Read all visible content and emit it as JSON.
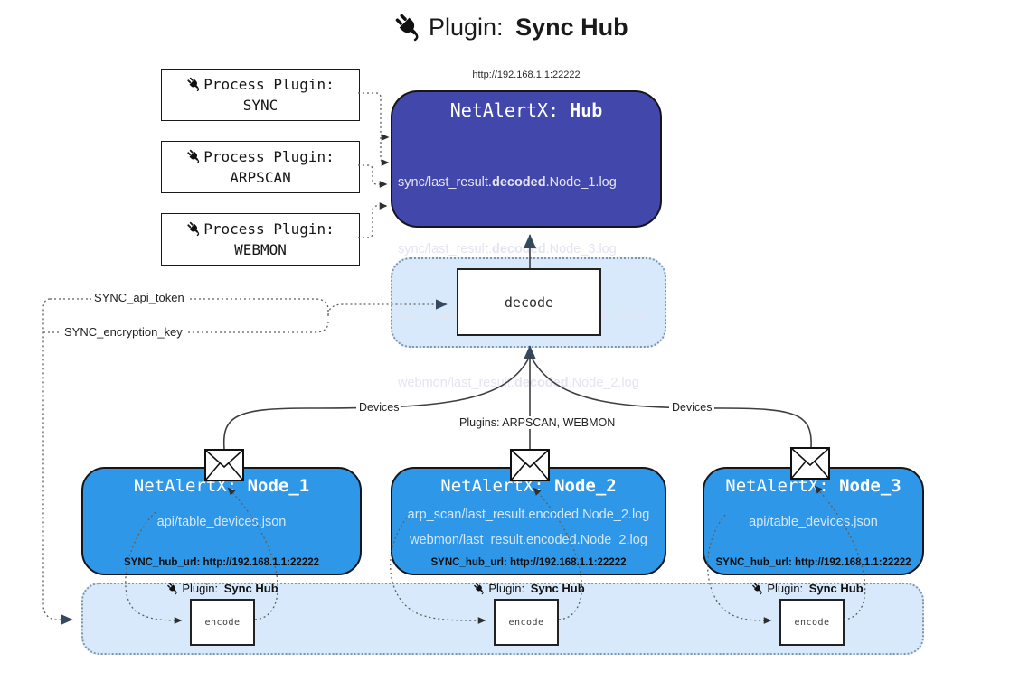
{
  "title": {
    "prefix": "Plugin: ",
    "bold": "Sync Hub"
  },
  "process_plugins": [
    {
      "line1": "Process Plugin:",
      "name": "SYNC"
    },
    {
      "line1": "Process Plugin:",
      "name": "ARPSCAN"
    },
    {
      "line1": "Process Plugin:",
      "name": "WEBMON"
    }
  ],
  "hub": {
    "url": "http://192.168.1.1:22222",
    "title_prefix": "NetAlertX: ",
    "title_bold": "Hub",
    "items": [
      {
        "pre": "sync/last_result.",
        "bold": "decoded",
        "post": ".Node_1.log"
      },
      {
        "pre": "sync/last_result.",
        "bold": "decoded",
        "post": ".Node_3.log"
      },
      {
        "pre": "arp_scan/last_result.",
        "bold": "decoded",
        "post": ".Node_2.log"
      },
      {
        "pre": "webmon/last_result.",
        "bold": "decoded",
        "post": ".Node_2.log"
      }
    ]
  },
  "decode": {
    "label": "decode"
  },
  "secrets": {
    "api_token": "SYNC_api_token",
    "encryption_key": "SYNC_encryption_key"
  },
  "edge_labels": {
    "devices_left": "Devices",
    "plugins_mid": "Plugins: ARPSCAN, WEBMON",
    "devices_right": "Devices"
  },
  "nodes": [
    {
      "title_prefix": "NetAlertX: ",
      "title_bold": "Node_1",
      "lines": [
        "api/table_devices.json"
      ],
      "hub_url": "SYNC_hub_url: http://192.168.1.1:22222"
    },
    {
      "title_prefix": "NetAlertX: ",
      "title_bold": "Node_2",
      "lines": [
        "arp_scan/last_result.encoded.Node_2.log",
        "webmon/last_result.encoded.Node_2.log"
      ],
      "hub_url": "SYNC_hub_url: http://192.168.1.1:22222"
    },
    {
      "title_prefix": "NetAlertX: ",
      "title_bold": "Node_3",
      "lines": [
        "api/table_devices.json"
      ],
      "hub_url": "SYNC_hub_url: http://192.168.1.1:22222"
    }
  ],
  "encoders": {
    "box_label": "encode",
    "plugin_prefix": "Plugin: ",
    "plugin_bold": "Sync Hub"
  },
  "colors": {
    "hub_bg": "#4247ab",
    "node_bg": "#2f97e8",
    "panel_bg": "#d8e9fb",
    "panel_border": "#7d96b0",
    "solid_line": "#3f3f3f",
    "dotted_line": "#5f5f5f"
  }
}
